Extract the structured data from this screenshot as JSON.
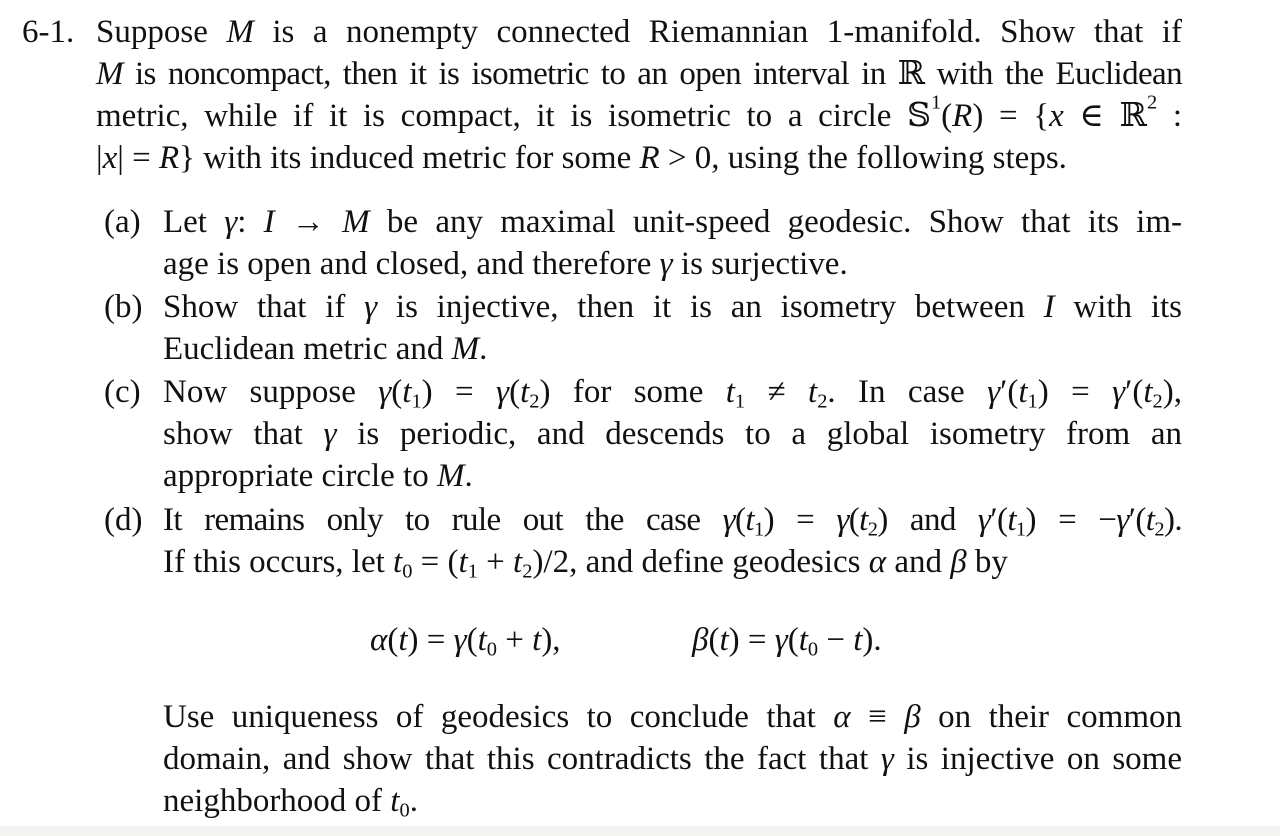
{
  "exercise": {
    "number": "6-1.",
    "intro_lines": [
      [
        "Suppose ",
        {
          "m": "M"
        },
        " is a nonempty connected Riemannian 1-manifold. Show that if"
      ],
      [
        {
          "m": "M"
        },
        " is noncompact, then it is isometric to an open interval in ℝ with the Euclidean"
      ],
      [
        "metric, while if it is compact, it is isometric to a circle 𝕊",
        {
          "sup": "1"
        },
        "(",
        {
          "m": "R"
        },
        ") = {",
        {
          "m": "x"
        },
        " ∈ ℝ",
        {
          "sup": "2"
        },
        " :"
      ],
      [
        "|",
        {
          "m": "x"
        },
        "| = ",
        {
          "m": "R"
        },
        "} with its induced metric for some ",
        {
          "m": "R"
        },
        " > 0, using the following steps."
      ]
    ],
    "parts": [
      {
        "label": "(a)",
        "lines": [
          [
            "Let ",
            {
              "m": "γ"
            },
            ": ",
            {
              "m": "I"
            },
            " → ",
            {
              "m": "M"
            },
            " be any maximal unit-speed geodesic. Show that its im-"
          ],
          [
            "age is open and closed, and therefore ",
            {
              "m": "γ"
            },
            " is surjective."
          ]
        ]
      },
      {
        "label": "(b)",
        "lines": [
          [
            "Show that if ",
            {
              "m": "γ"
            },
            " is injective, then it is an isometry between ",
            {
              "m": "I"
            },
            " with its"
          ],
          [
            "Euclidean metric and ",
            {
              "m": "M"
            },
            "."
          ]
        ]
      },
      {
        "label": "(c)",
        "lines": [
          [
            "Now suppose ",
            {
              "m": "γ"
            },
            "(",
            {
              "m": "t"
            },
            {
              "sub": "1"
            },
            ") = ",
            {
              "m": "γ"
            },
            "(",
            {
              "m": "t"
            },
            {
              "sub": "2"
            },
            ") for some ",
            {
              "m": "t"
            },
            {
              "sub": "1"
            },
            " ≠ ",
            {
              "m": "t"
            },
            {
              "sub": "2"
            },
            ". In case ",
            {
              "m": "γ"
            },
            "′(",
            {
              "m": "t"
            },
            {
              "sub": "1"
            },
            ") = ",
            {
              "m": "γ"
            },
            "′(",
            {
              "m": "t"
            },
            {
              "sub": "2"
            },
            "),"
          ],
          [
            "show that ",
            {
              "m": "γ"
            },
            " is periodic, and descends to a global isometry from an"
          ],
          [
            "appropriate circle to ",
            {
              "m": "M"
            },
            "."
          ]
        ]
      },
      {
        "label": "(d)",
        "lines": [
          [
            "It remains only to rule out the case ",
            {
              "m": "γ"
            },
            "(",
            {
              "m": "t"
            },
            {
              "sub": "1"
            },
            ") = ",
            {
              "m": "γ"
            },
            "(",
            {
              "m": "t"
            },
            {
              "sub": "2"
            },
            ") and ",
            {
              "m": "γ"
            },
            "′(",
            {
              "m": "t"
            },
            {
              "sub": "1"
            },
            ") = −",
            {
              "m": "γ"
            },
            "′(",
            {
              "m": "t"
            },
            {
              "sub": "2"
            },
            ")."
          ],
          [
            "If this occurs, let ",
            {
              "m": "t"
            },
            {
              "sub": "0"
            },
            " = (",
            {
              "m": "t"
            },
            {
              "sub": "1"
            },
            " + ",
            {
              "m": "t"
            },
            {
              "sub": "2"
            },
            ")/2, and define geodesics ",
            {
              "m": "α"
            },
            " and ",
            {
              "m": "β"
            },
            " by"
          ]
        ],
        "display": {
          "alpha": [
            {
              "m": "α"
            },
            "(",
            {
              "m": "t"
            },
            ") = ",
            {
              "m": "γ"
            },
            "(",
            {
              "m": "t"
            },
            {
              "sub": "0"
            },
            " + ",
            {
              "m": "t"
            },
            "),"
          ],
          "beta": [
            {
              "m": "β"
            },
            "(",
            {
              "m": "t"
            },
            ") = ",
            {
              "m": "γ"
            },
            "(",
            {
              "m": "t"
            },
            {
              "sub": "0"
            },
            " − ",
            {
              "m": "t"
            },
            ")."
          ]
        },
        "after_lines": [
          [
            "Use uniqueness of geodesics to conclude that ",
            {
              "m": "α"
            },
            " ≡ ",
            {
              "m": "β"
            },
            " on their common"
          ],
          [
            "domain, and show that this contradicts the fact that ",
            {
              "m": "γ"
            },
            " is injective on some"
          ],
          [
            "neighborhood of ",
            {
              "m": "t"
            },
            {
              "sub": "0"
            },
            "."
          ]
        ]
      }
    ]
  }
}
